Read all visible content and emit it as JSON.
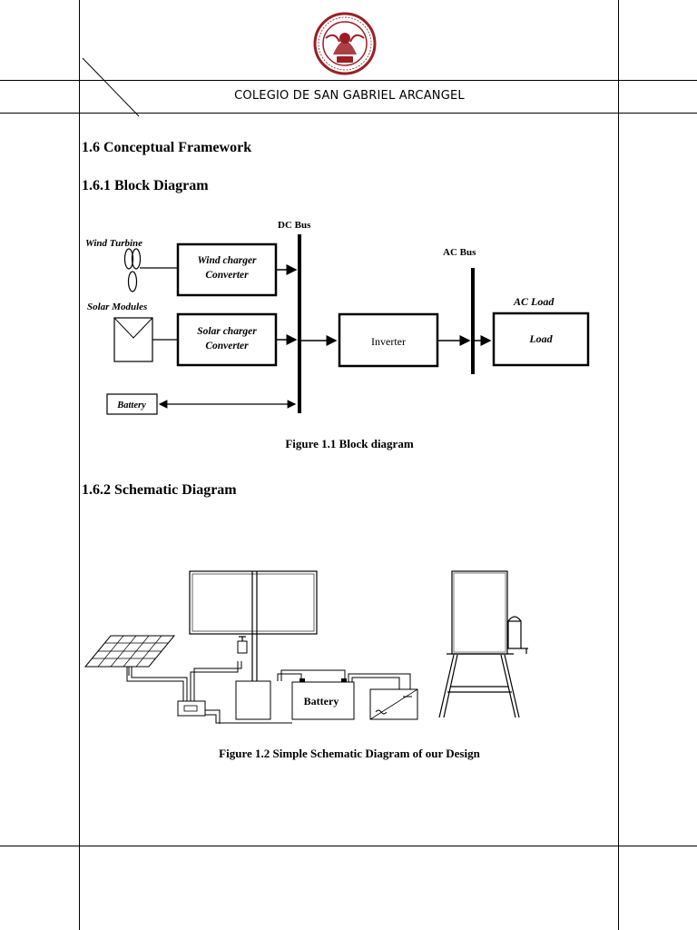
{
  "header": {
    "seal_text": "COLEGIO DE SAN GABRIEL ARCANGEL 1993",
    "school_name": "COLEGIO DE SAN GABRIEL ARCANGEL"
  },
  "sections": {
    "conceptual_framework": "1.6 Conceptual Framework",
    "block_diagram_heading": "1.6.1 Block Diagram",
    "schematic_heading": "1.6.2 Schematic Diagram"
  },
  "block_diagram": {
    "wind_turbine": "Wind Turbine",
    "solar_modules": "Solar Modules",
    "battery": "Battery",
    "dc_bus": "DC Bus",
    "ac_bus": "AC Bus",
    "ac_load": "AC Load",
    "wind_converter": [
      "Wind charger",
      "Converter"
    ],
    "solar_converter": [
      "Solar charger",
      "Converter"
    ],
    "inverter": "Inverter",
    "load": "Load"
  },
  "figure1_caption": "Figure 1.1 Block diagram",
  "schematic": {
    "battery_label": "Battery"
  },
  "figure2_caption": "Figure 1.2 Simple Schematic Diagram of our Design",
  "colors": {
    "seal": "#9a1f24",
    "rule": "#000000"
  }
}
